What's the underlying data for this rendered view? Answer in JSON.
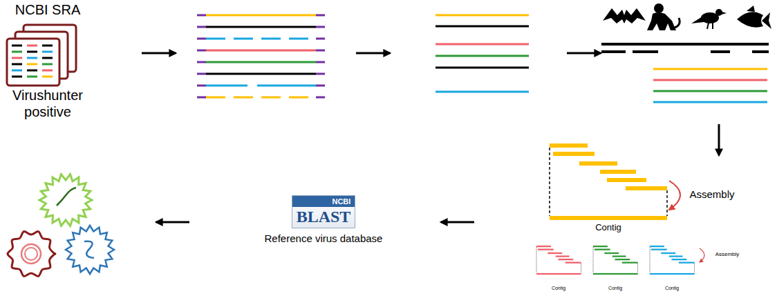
{
  "diagram": {
    "nodes": [
      {
        "text": [
          "NCBI SRA",
          "Virushunter positive"
        ]
      },
      {
        "text": [
          "NCBI",
          "BLAST",
          "Reference virus database"
        ]
      }
    ],
    "labels": [
      "Assembly",
      "Contig",
      "Assembly",
      "Contig",
      "Contig",
      "Contig"
    ]
  }
}
